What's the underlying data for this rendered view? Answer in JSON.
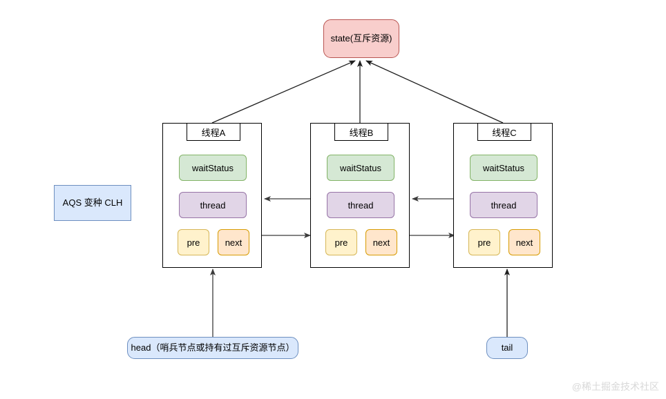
{
  "diagram": {
    "title_watermark": "@稀土掘金技术社区",
    "state": {
      "label": "state(互斥资源)",
      "fill": "#f8cecc",
      "stroke": "#b85450"
    },
    "aqs": {
      "label": "AQS 变种 CLH",
      "fill": "#dae8fc",
      "stroke": "#6c8ebf"
    },
    "pointers": [
      {
        "key": "head",
        "label": "head（哨兵节点或持有过互斥资源节点）",
        "fill": "#dae8fc",
        "stroke": "#6c8ebf"
      },
      {
        "key": "tail",
        "label": "tail",
        "fill": "#dae8fc",
        "stroke": "#6c8ebf"
      }
    ],
    "field_labels": {
      "waitStatus": "waitStatus",
      "thread": "thread",
      "pre": "pre",
      "next": "next"
    },
    "field_colors": {
      "waitStatus_fill": "#d5e8d4",
      "waitStatus_stroke": "#82b366",
      "thread_fill": "#e1d5e7",
      "thread_stroke": "#9673a6",
      "pre_fill": "#fff2cc",
      "pre_stroke": "#d6b656",
      "next_fill": "#ffe6cc",
      "next_stroke": "#d79b00"
    },
    "nodes": [
      {
        "id": "a",
        "title": "线程A",
        "waitStatus": "waitStatus",
        "thread": "thread",
        "pre": "pre",
        "next": "next"
      },
      {
        "id": "b",
        "title": "线程B",
        "waitStatus": "waitStatus",
        "thread": "thread",
        "pre": "pre",
        "next": "next"
      },
      {
        "id": "c",
        "title": "线程C",
        "waitStatus": "waitStatus",
        "thread": "thread",
        "pre": "pre",
        "next": "next"
      }
    ],
    "edges": [
      {
        "from": "线程A",
        "to": "state(互斥资源)",
        "kind": "arrow"
      },
      {
        "from": "线程B",
        "to": "state(互斥资源)",
        "kind": "arrow"
      },
      {
        "from": "线程C",
        "to": "state(互斥资源)",
        "kind": "arrow"
      },
      {
        "from": "线程B",
        "to": "线程A",
        "kind": "prev-pointer"
      },
      {
        "from": "线程C",
        "to": "线程B",
        "kind": "prev-pointer"
      },
      {
        "from": "线程A",
        "to": "线程B",
        "kind": "next-pointer"
      },
      {
        "from": "线程B",
        "to": "线程C",
        "kind": "next-pointer"
      },
      {
        "from": "head",
        "to": "线程A",
        "kind": "arrow"
      },
      {
        "from": "tail",
        "to": "线程C",
        "kind": "arrow"
      }
    ],
    "edge_color": "#4d4d4d"
  }
}
